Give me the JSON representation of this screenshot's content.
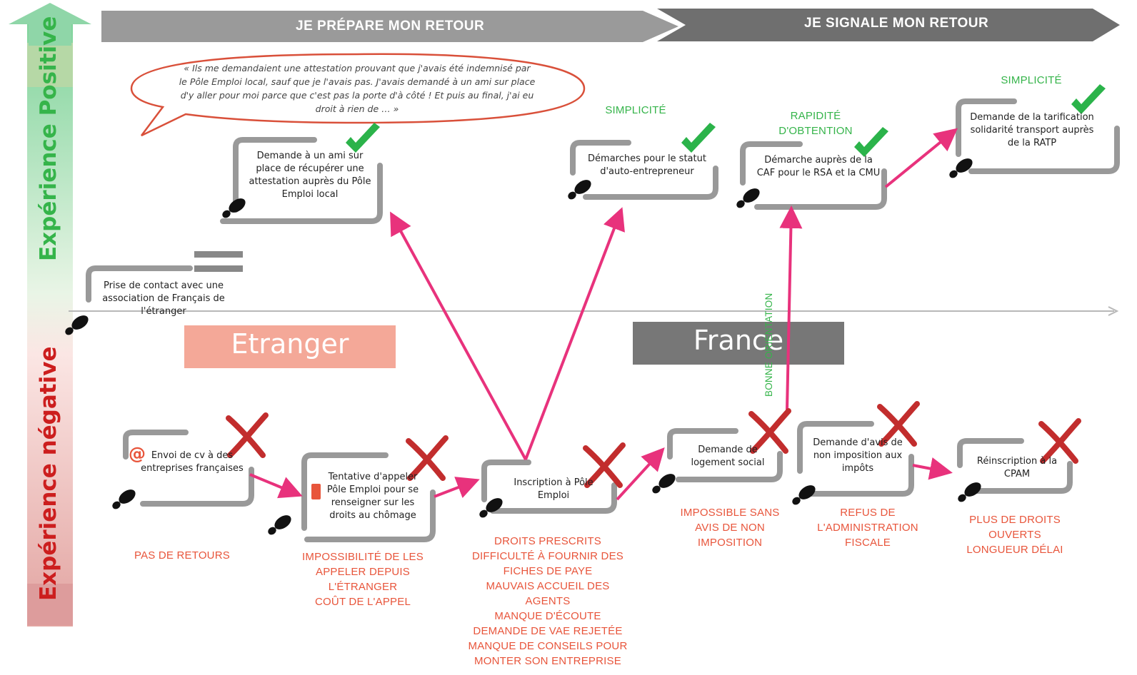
{
  "phases": {
    "prepare": "JE PRÉPARE MON RETOUR",
    "signal": "JE SIGNALE MON RETOUR"
  },
  "axis": {
    "positive": "Expérience Positive",
    "negative": "Expérience négative"
  },
  "places": {
    "abroad": "Etranger",
    "france": "France"
  },
  "quote": "« Ils me demandaient une attestation prouvant que j'avais été indemnisé par le Pôle Emploi local, sauf que je l'avais pas. J'avais demandé à un ami sur place d'y aller pour moi parce que c'est pas la porte d'à côté ! Et puis au final, j'ai eu droit à rien de … »",
  "steps": {
    "contact": "Prise de contact avec une association de Français de l'étranger",
    "ami": "Demande à un ami sur place de récupérer une attestation auprès du Pôle Emploi local",
    "cv": "Envoi de cv à des entreprises françaises",
    "appel": "Tentative d'appeler Pôle Emploi pour se renseigner sur les droits au chômage",
    "inscription": "Inscription à Pôle Emploi",
    "auto": "Démarches pour le statut d'auto-entrepreneur",
    "caf": "Démarche auprès de la CAF pour le RSA et la CMU",
    "ratp": "Demande de la tarification solidarité transport auprès de la RATP",
    "logement": "Demande de logement social",
    "avis": "Demande d'avis de non imposition aux impôts",
    "cpam": "Réinscription à la CPAM"
  },
  "labels": {
    "simplicite1": "SIMPLICITÉ",
    "rapidite": "RAPIDITÉ D'OBTENTION",
    "simplicite2": "SIMPLICITÉ",
    "orientation": "BONNE ORIENTATION",
    "pas_retours": "PAS DE RETOURS",
    "appel_issue": "IMPOSSIBILITÉ DE LES APPELER DEPUIS L'ÉTRANGER\nCOÛT DE L'APPEL",
    "inscription_issue": "DROITS PRESCRITS\nDIFFICULTÉ À FOURNIR DES FICHES DE PAYE\nMAUVAIS ACCUEIL DES AGENTS\nMANQUE D'ÉCOUTE\nDEMANDE DE VAE REJETÉE\nMANQUE DE CONSEILS POUR MONTER SON ENTREPRISE",
    "logement_issue": "IMPOSSIBLE SANS AVIS DE NON IMPOSITION",
    "avis_issue": "REFUS DE L'ADMINISTRATION FISCALE",
    "cpam_issue": "PLUS DE DROITS OUVERTS\nLONGUEUR DÉLAI"
  },
  "colors": {
    "positive": "#35b44a",
    "negative": "#e8553b",
    "arrow": "#e8327c",
    "axis_neg": "#cc1e1e",
    "box": "#999999"
  }
}
